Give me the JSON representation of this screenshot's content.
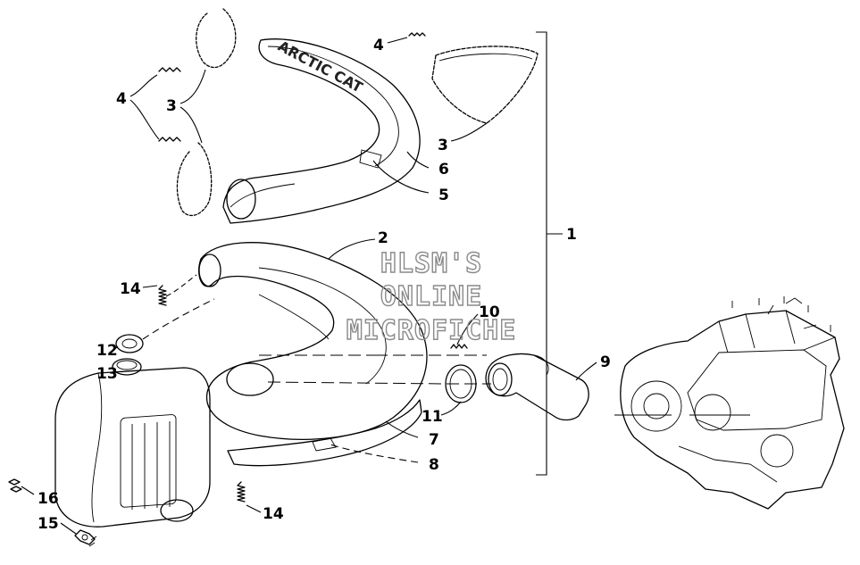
{
  "watermark": {
    "line1": "HLSM'S",
    "line2": "ONLINE",
    "line3": "MICROFICHE"
  },
  "logo_text": "ARCTIC CAT",
  "callouts": [
    {
      "id": "c1",
      "text": "1"
    },
    {
      "id": "c2",
      "text": "2"
    },
    {
      "id": "c3a",
      "text": "3"
    },
    {
      "id": "c3b",
      "text": "3"
    },
    {
      "id": "c4a",
      "text": "4"
    },
    {
      "id": "c4b",
      "text": "4"
    },
    {
      "id": "c5",
      "text": "5"
    },
    {
      "id": "c6",
      "text": "6"
    },
    {
      "id": "c7",
      "text": "7"
    },
    {
      "id": "c8",
      "text": "8"
    },
    {
      "id": "c9",
      "text": "9"
    },
    {
      "id": "c10",
      "text": "10"
    },
    {
      "id": "c11",
      "text": "11"
    },
    {
      "id": "c12",
      "text": "12"
    },
    {
      "id": "c13",
      "text": "13"
    },
    {
      "id": "c14a",
      "text": "14"
    },
    {
      "id": "c14b",
      "text": "14"
    },
    {
      "id": "c15",
      "text": "15"
    },
    {
      "id": "c16",
      "text": "16"
    }
  ]
}
